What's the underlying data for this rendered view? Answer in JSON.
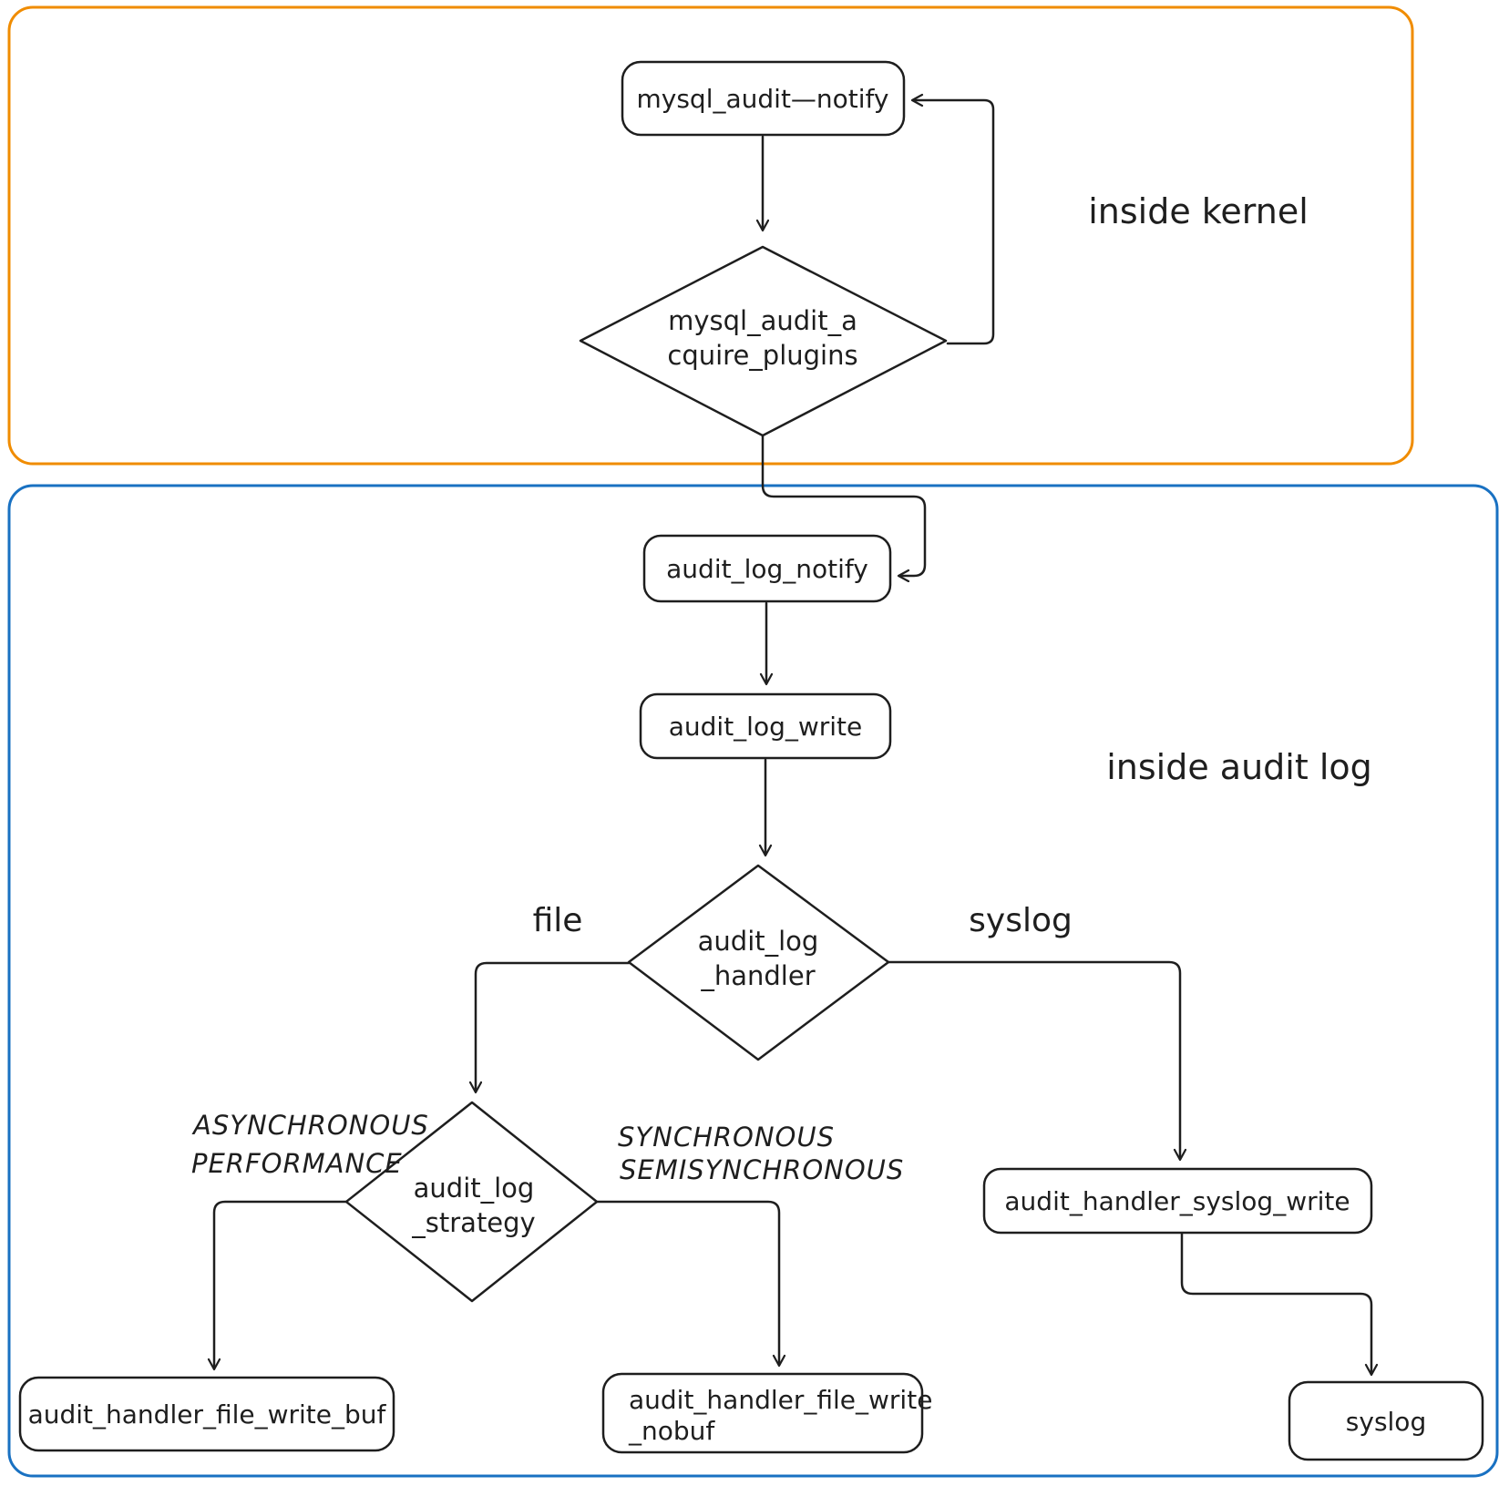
{
  "regions": {
    "kernel": {
      "label": "inside kernel",
      "border_color": "#f08c00"
    },
    "audit_log": {
      "label": "inside audit log",
      "border_color": "#1971c2"
    }
  },
  "colors": {
    "node_stroke": "#1e1e1e",
    "text": "#1e1e1e",
    "background": "#ffffff"
  },
  "nodes": {
    "mysql_audit_notify": {
      "label": "mysql_audit—notify"
    },
    "mysql_audit_acquire_plugins": {
      "line1": "mysql_audit_a",
      "line2": "cquire_plugins"
    },
    "audit_log_notify": {
      "label": "audit_log_notify"
    },
    "audit_log_write": {
      "label": "audit_log_write"
    },
    "audit_log_handler": {
      "line1": "audit_log",
      "line2": "_handler"
    },
    "audit_log_strategy": {
      "line1": "audit_log",
      "line2": "_strategy"
    },
    "audit_handler_file_write_buf": {
      "label": "audit_handler_file_write_buf"
    },
    "audit_handler_file_write_nobuf": {
      "line1": "audit_handler_file_write",
      "line2": "_nobuf"
    },
    "audit_handler_syslog_write": {
      "label": "audit_handler_syslog_write"
    },
    "syslog_output": {
      "label": "syslog"
    }
  },
  "edge_labels": {
    "file": "file",
    "syslog": "syslog",
    "asynchronous_line1": "ASYNCHRONOUS",
    "asynchronous_line2": "PERFORMANCE",
    "synchronous_line1": "SYNCHRONOUS",
    "synchronous_line2": "SEMISYNCHRONOUS"
  }
}
